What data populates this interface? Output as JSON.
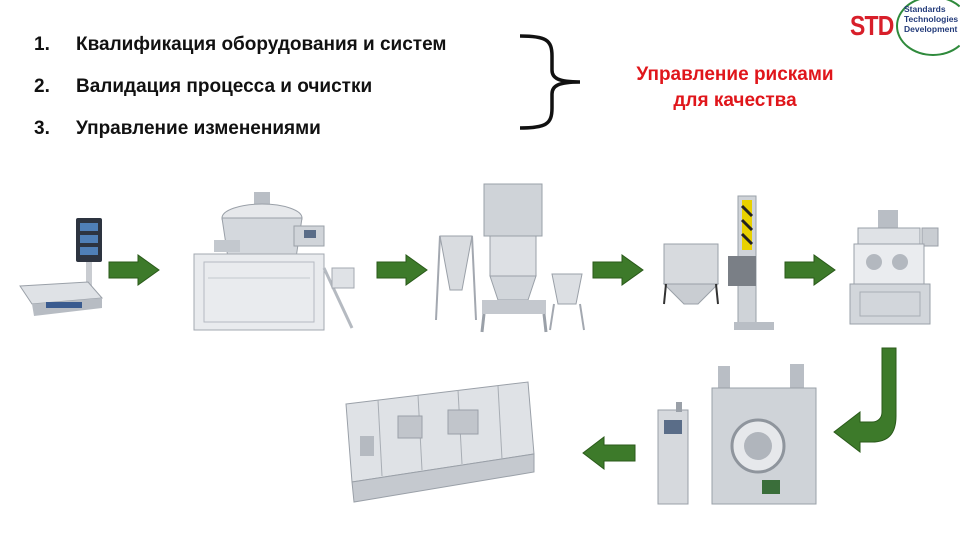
{
  "items": [
    {
      "num": "1.",
      "text": "Квалификация оборудования и систем"
    },
    {
      "num": "2.",
      "text": "Валидация процесса и очистки"
    },
    {
      "num": "3.",
      "text": "Управление изменениями"
    }
  ],
  "risk_label": {
    "line1": "Управление рисками",
    "line2": "для качества"
  },
  "logo": {
    "letters": "STD",
    "line1": "Standards",
    "line2": "Technologies",
    "line3": "Development"
  },
  "colors": {
    "risk": "#e0161b",
    "arrow": "#3d7a2a",
    "arrow_border": "#2a5a1a",
    "logo_red": "#d81f2a",
    "logo_green": "#2f8a3c"
  },
  "equipment": [
    "scale-icon",
    "mixer-granulator-icon",
    "fluid-bed-dryer-icon",
    "bin-lifter-icon",
    "tablet-press-icon",
    "coating-machine-icon",
    "blister-packaging-icon"
  ]
}
